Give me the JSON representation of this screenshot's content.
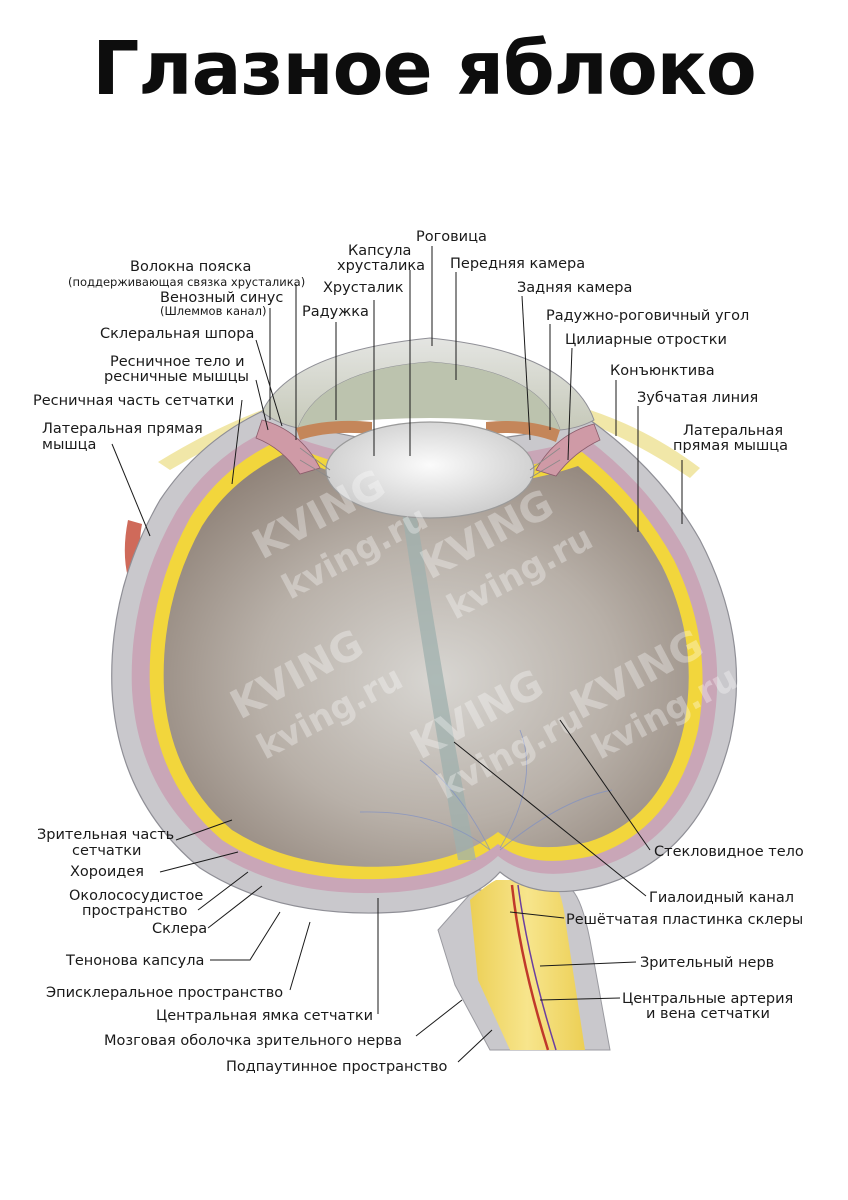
{
  "title": "Глазное яблоко",
  "watermark": {
    "brand": "KVING",
    "site": "kving.ru"
  },
  "labels": {
    "cornea": "Роговица",
    "lens_capsule_1": "Капсула",
    "lens_capsule_2": "хрусталика",
    "anterior_chamber": "Передняя камера",
    "zonular_fibers": "Волокна пояска",
    "zonular_fibers_note": "(поддерживающая связка хрусталика)",
    "lens": "Хрусталик",
    "posterior_chamber": "Задняя камера",
    "venous_sinus": "Венозный синус",
    "venous_sinus_note": "(Шлеммов канал)",
    "iris": "Радужка",
    "iridocorneal_angle": "Радужно-роговичный угол",
    "scleral_spur": "Склеральная шпора",
    "ciliary_processes": "Цилиарные отростки",
    "ciliary_body_1": "Ресничное тело и",
    "ciliary_body_2": "ресничные мышцы",
    "conjunctiva": "Конъюнктива",
    "ciliary_retina": "Ресничная часть сетчатки",
    "ora_serrata": "Зубчатая линия",
    "lateral_rectus_left_1": "Латеральная прямая",
    "lateral_rectus_left_2": "мышца",
    "lateral_rectus_right_1": "Латеральная",
    "lateral_rectus_right_2": "прямая мышца",
    "optic_retina_1": "Зрительная часть",
    "optic_retina_2": "сетчатки",
    "choroid": "Хороидея",
    "vitreous_body": "Стекловидное тело",
    "perichoroidal_1": "Околососудистое",
    "perichoroidal_2": "пространство",
    "hyaloid_canal": "Гиалоидный канал",
    "sclera": "Склера",
    "lamina_cribrosa": "Решётчатая пластинка склеры",
    "tenon_capsule": "Тенонова капсула",
    "optic_nerve": "Зрительный нерв",
    "episcleral_space": "Эписклеральное пространство",
    "central_vessels_1": "Центральные артерия",
    "central_vessels_2": "и вена сетчатки",
    "fovea": "Центральная ямка сетчатки",
    "dura_sheath": "Мозговая оболочка зрительного нерва",
    "subarachnoid_space": "Подпаутинное пространство"
  },
  "colors": {
    "sclera": "#c9c8cc",
    "retina": "#f2d63c",
    "choroid": "#c9a6b7",
    "vitreous": "#b3a9a0",
    "lens": "#e9e9e9",
    "iris": "#c4865a",
    "muscle": "#cf6a5a",
    "nerve": "#f3dd6e"
  }
}
